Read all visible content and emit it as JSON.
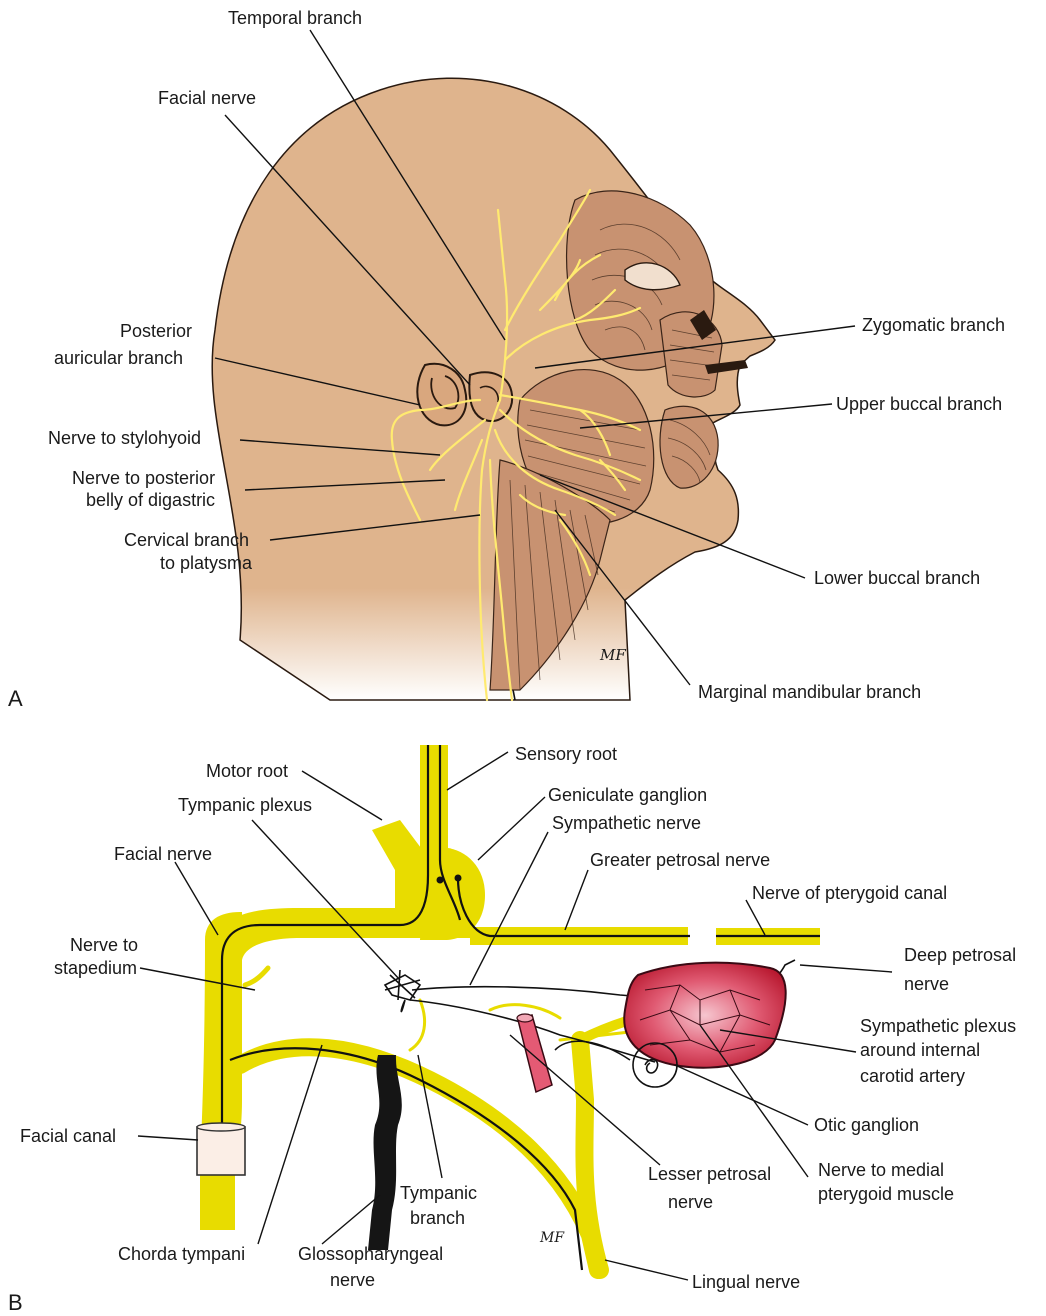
{
  "panels": {
    "a": "A",
    "b": "B"
  },
  "signature_a": "MF",
  "signature_b": "MF",
  "labels_a": {
    "temporal": "Temporal branch",
    "facial_nerve": "Facial nerve",
    "post_auric_1": "Posterior",
    "post_auric_2": "auricular branch",
    "stylohyoid": "Nerve to stylohyoid",
    "digastric_1": "Nerve to posterior",
    "digastric_2": "belly of digastric",
    "cervical_1": "Cervical branch",
    "cervical_2": "to platysma",
    "zygomatic": "Zygomatic branch",
    "upper_buccal": "Upper buccal branch",
    "lower_buccal": "Lower buccal branch",
    "marginal": "Marginal mandibular branch"
  },
  "labels_b": {
    "motor_root": "Motor root",
    "sensory_root": "Sensory root",
    "tympanic_plexus": "Tympanic plexus",
    "geniculate": "Geniculate ganglion",
    "sympathetic": "Sympathetic nerve",
    "facial_nerve": "Facial nerve",
    "greater_petrosal": "Greater petrosal nerve",
    "pterygoid_canal": "Nerve of pterygoid canal",
    "stapedium_1": "Nerve to",
    "stapedium_2": "stapedium",
    "deep_petrosal_1": "Deep petrosal",
    "deep_petrosal_2": "nerve",
    "symp_plexus_1": "Sympathetic plexus",
    "symp_plexus_2": "around internal",
    "symp_plexus_3": "carotid artery",
    "facial_canal": "Facial canal",
    "otic": "Otic ganglion",
    "lesser_petrosal_1": "Lesser petrosal",
    "lesser_petrosal_2": "nerve",
    "medial_pterygoid_1": "Nerve to medial",
    "medial_pterygoid_2": "pterygoid muscle",
    "tympanic_branch_1": "Tympanic",
    "tympanic_branch_2": "branch",
    "chorda": "Chorda tympani",
    "glossopharyngeal_1": "Glossopharyngeal",
    "glossopharyngeal_2": "nerve",
    "lingual": "Lingual nerve"
  },
  "colors": {
    "skin": "#dfb48d",
    "muscle": "#c89271",
    "nerve_light": "#ffea70",
    "nerve_yellow": "#e8dc00",
    "carotid": "#c81e3c",
    "canal": "#fbeee6"
  }
}
